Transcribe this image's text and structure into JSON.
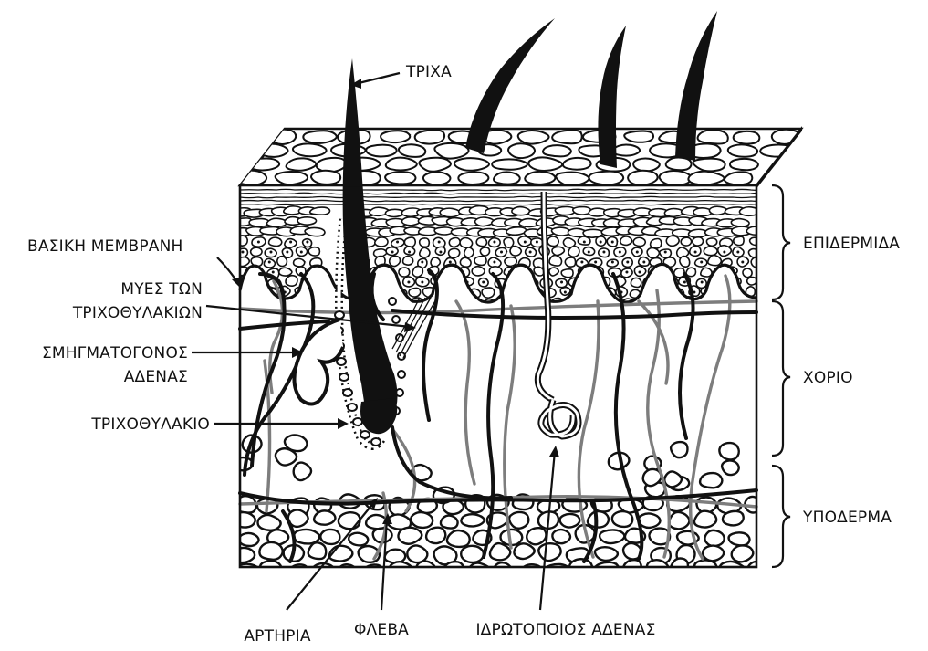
{
  "diagram": {
    "labels": {
      "hair": "ΤΡΙΧΑ",
      "basal_membrane": "ΒΑΣΙΚΗ ΜΕΜΒΡΑΝΗ",
      "hair_muscles_line1": "ΜΥΕΣ ΤΩΝ",
      "hair_muscles_line2": "ΤΡΙΧΟΘΥΛΑΚΙΩΝ",
      "sebaceous_line1": "ΣΜΗΓΜΑΤΟΓΟΝΟΣ",
      "sebaceous_line2": "ΑΔΕΝΑΣ",
      "follicle": "ΤΡΙΧΟΘΥΛΑΚΙΟ",
      "artery": "ΑΡΤΗΡΙΑ",
      "vein": "ΦΛΕΒΑ",
      "sweat_gland": "ΙΔΡΩΤΟΠΟΙΟΣ ΑΔΕΝΑΣ",
      "epidermis": "ΕΠΙΔΕΡΜΙΔΑ",
      "dermis": "ΧΟΡΙΟ",
      "hypodermis": "ΥΠΟΔΕΡΜΑ"
    },
    "colors": {
      "ink": "#111111",
      "vein_gray": "#7d7d7d",
      "background": "#ffffff"
    }
  }
}
